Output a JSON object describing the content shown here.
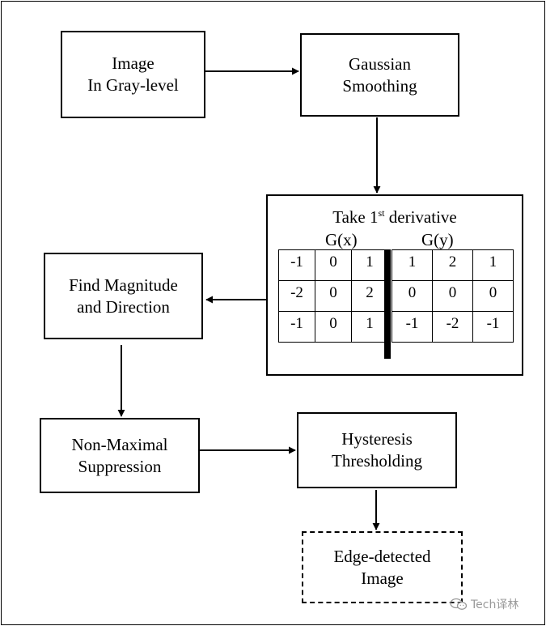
{
  "nodes": {
    "image_gray": {
      "lines": [
        "Image",
        "In Gray-level"
      ]
    },
    "gaussian": {
      "lines": [
        "Gaussian",
        "Smoothing"
      ]
    },
    "derivative": {
      "title_prefix": "Take 1",
      "title_sup": "st",
      "title_suffix": " derivative",
      "gx_label": "G(x)",
      "gy_label": "G(y)",
      "gx_kernel": [
        [
          "-1",
          "0",
          "1"
        ],
        [
          "-2",
          "0",
          "2"
        ],
        [
          "-1",
          "0",
          "1"
        ]
      ],
      "gy_kernel": [
        [
          "1",
          "2",
          "1"
        ],
        [
          "0",
          "0",
          "0"
        ],
        [
          "-1",
          "-2",
          "-1"
        ]
      ]
    },
    "magnitude": {
      "lines": [
        "Find Magnitude",
        "and Direction"
      ]
    },
    "non_max": {
      "lines": [
        "Non-Maximal",
        "Suppression"
      ]
    },
    "hysteresis": {
      "lines": [
        "Hysteresis",
        "Thresholding"
      ]
    },
    "edge_image": {
      "lines": [
        "Edge-detected",
        "Image"
      ]
    }
  },
  "edges": [
    {
      "from": "image_gray",
      "to": "gaussian"
    },
    {
      "from": "gaussian",
      "to": "derivative"
    },
    {
      "from": "derivative",
      "to": "magnitude"
    },
    {
      "from": "magnitude",
      "to": "non_max"
    },
    {
      "from": "non_max",
      "to": "hysteresis"
    },
    {
      "from": "hysteresis",
      "to": "edge_image"
    }
  ],
  "watermark": {
    "text": "Tech译林",
    "icon": "wechat-icon"
  }
}
